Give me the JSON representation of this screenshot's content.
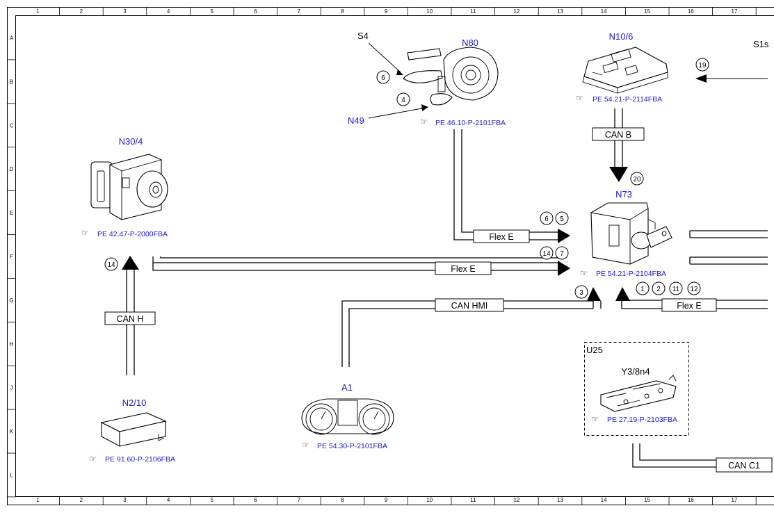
{
  "grid": {
    "cols": [
      "1",
      "2",
      "3",
      "4",
      "5",
      "6",
      "7",
      "8",
      "9",
      "10",
      "11",
      "12",
      "13",
      "14",
      "15",
      "16",
      "17"
    ],
    "rows": [
      "A",
      "B",
      "C",
      "D",
      "E",
      "F",
      "G",
      "H",
      "J",
      "K",
      "L"
    ]
  },
  "components": {
    "n30_4": {
      "label": "N30/4",
      "ref": "PE 42.47-P-2000FBA"
    },
    "n2_10": {
      "label": "N2/10",
      "ref": "PE 91.60-P-2106FBA"
    },
    "a1": {
      "label": "A1",
      "ref": "PE 54.30-P-2101FBA"
    },
    "n80": {
      "label": "N80",
      "ref": "PE 46.10-P-2101FBA"
    },
    "s4": {
      "label": "S4"
    },
    "n49": {
      "label": "N49"
    },
    "n10_6": {
      "label": "N10/6",
      "ref": "PE 54.21-P-2114FBA"
    },
    "n73": {
      "label": "N73",
      "ref": "PE 54.21-P-2104FBA"
    },
    "u25": {
      "label": "U25"
    },
    "y3_8n4": {
      "label": "Y3/8n4",
      "ref": "PE 27.19-P-2103FBA"
    },
    "s1": {
      "label": "S1s"
    }
  },
  "buses": {
    "flex_e_1": "Flex E",
    "flex_e_2": "Flex E",
    "flex_e_3": "Flex E",
    "can_b": "CAN B",
    "can_h": "CAN H",
    "can_hmi": "CAN HMI",
    "can_c1": "CAN C1"
  },
  "markers": {
    "m6_n80": "6",
    "m4_n80": "4",
    "m19": "19",
    "m20": "20",
    "m6_n73": "6",
    "m5_n73": "5",
    "m14_n73": "14",
    "m7_n73": "7",
    "m14_canh": "14",
    "m3": "3",
    "m1": "1",
    "m2": "2",
    "m11": "11",
    "m12": "12"
  },
  "colors": {
    "label_blue": "#1a1ad0",
    "line": "#000000"
  }
}
